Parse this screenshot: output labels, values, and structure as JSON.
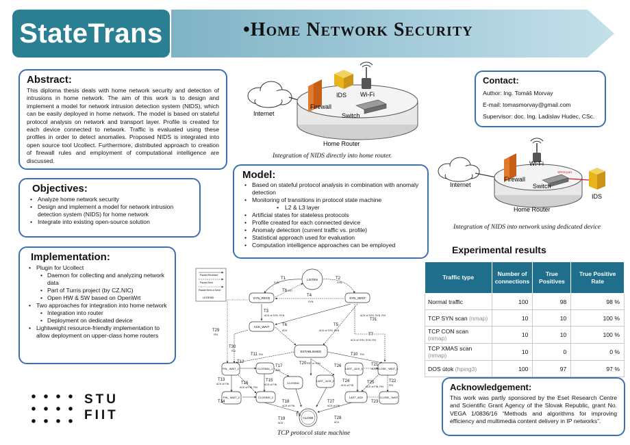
{
  "header": {
    "brand": "StateTrans",
    "title": "•Home Network Security"
  },
  "abstract": {
    "heading": "Abstract:",
    "text": "This diploma thesis deals with home network security and detection of intrusions in home network. The aim of this work is to design and implement a model for network intrusion detection system (NIDS), which can be easily deployed in home network. The model is based on stateful protocol analysis on network and transport layer. Profile is created for each device connected to network. Traffic is evaluated using these profiles in order to detect anomalies. Proposed NIDS is integrated into open source tool Ucollect. Furthermore, distributed approach to creation of firewall rules and employment of computational intelligence are discussed."
  },
  "objectives": {
    "heading": "Objectives:",
    "items": [
      "Analyze home network security",
      "Design and implement a model for network intrusion detection system (NIDS) for home network",
      "Integrate into existing open-source solution"
    ]
  },
  "implementation": {
    "heading": "Implementation:",
    "items": [
      {
        "level": 1,
        "text": "Plugin for Ucollect"
      },
      {
        "level": 2,
        "text": "Daemon for collecting and analyzing network data"
      },
      {
        "level": 2,
        "text": "Part of Turris project (by CZ.NIC)"
      },
      {
        "level": 2,
        "text": "Open HW & SW based on OpenWrt"
      },
      {
        "level": 1,
        "text": "Two approaches for integration into home network"
      },
      {
        "level": 2,
        "text": "Integration into router"
      },
      {
        "level": 2,
        "text": "Deployment on dedicated device"
      },
      {
        "level": 1,
        "text": "Lightweight resource-friendly implementation to allow deployment on  upper-class home routers"
      }
    ]
  },
  "model": {
    "heading": "Model:",
    "items": [
      {
        "level": 1,
        "text": "Based on stateful protocol analysis  in combination with anomaly detection"
      },
      {
        "level": 1,
        "text": "Monitoring of transitions in protocol state machine"
      },
      {
        "level": 3,
        "text": "L2 & L3 layer"
      },
      {
        "level": 1,
        "text": "Artificial states for stateless protocols"
      },
      {
        "level": 1,
        "text": "Profile created for each connected device"
      },
      {
        "level": 1,
        "text": "Anomaly detection (current traffic vs. profile)"
      },
      {
        "level": 1,
        "text": "Statistical approach used for evaluation"
      },
      {
        "level": 1,
        "text": "Computation intelligence approaches can be employed"
      }
    ]
  },
  "contact": {
    "heading": "Contact:",
    "author": "Author: Ing. Tomáš Morvay",
    "email": "E-mail: tomasmorvay@gmail.com",
    "supervisor": "Supervisor: doc. Ing. Ladislav Hudec, CSc."
  },
  "diagram1": {
    "internet": "Internet",
    "ids": "IDS",
    "wifi": "Wi-Fi",
    "firewall": "Firewall",
    "switch": "Switch",
    "router": "Home Router",
    "caption": "Integration of NIDS directly into home router."
  },
  "diagram2": {
    "internet": "Internet",
    "wifi": "Wi-Fi",
    "firewall": "Firewall",
    "switch": "Switch",
    "span": "SPAN port",
    "router": "Home Router",
    "ids": "IDS",
    "caption": "Integration of NIDS into network using dedicated device"
  },
  "fsm": {
    "caption": "TCP protocol state machine",
    "legend": [
      "Packet Received",
      "Packet Sent",
      "Packet Sent or Send",
      "LEGEND"
    ],
    "states": {
      "listen": "LISTEN",
      "syn_recd": "SYN_RECD",
      "syn_sent": "SYN_SENT",
      "ack_wait": "ACK_WAIT",
      "established": "ESTABLISHED",
      "fin_wait_1": "FIN_ WAIT_1",
      "closing_1": "CLOSING_1",
      "closing": "CLOSING",
      "last_ack_2": "LAST_ ACK_2",
      "last_ack_1": "LAST_ ACK_1",
      "close_wait_1": "CLOSE_ WAIT_1",
      "fin_wait_2": "FIN_ WAIT_2",
      "closing_2": "CLOSING_2",
      "last_ack": "LAST_ACK",
      "close_wait": "CLOSE_ WAIT",
      "close": "CLOSE"
    },
    "transitions": [
      "T1",
      "T2",
      "T3",
      "T4",
      "T5",
      "T6",
      "T7",
      "T8",
      "T9",
      "T10",
      "T11",
      "T12",
      "T13",
      "T14",
      "T15",
      "T16",
      "T17",
      "T18",
      "T19",
      "T20",
      "T21",
      "T22",
      "T23",
      "T24",
      "T25",
      "T26",
      "T27",
      "T28",
      "T29",
      "T30",
      "T31"
    ],
    "edge_labels": {
      "syn": "SYN",
      "rst": "RST",
      "ack_of_syn_syn": "ACK of SYN, SYN",
      "ack_of_syn_syn_fin": "ACK of SYN, SYN, FIN",
      "ack": "ACK",
      "fin": "FIN",
      "ack_of_fin": "ACK of FIN",
      "rst_or_syn": "RST or SYN",
      "ack_of_fin_fin": "ACK of FIN, FIN"
    }
  },
  "results": {
    "title": "Experimental  results",
    "columns": [
      "Traffic type",
      "Number of connections",
      "True Positives",
      "True Positive Rate"
    ],
    "rows": [
      {
        "type": "Normal traffic",
        "tool": "",
        "connections": "100",
        "tp": "98",
        "rate": "98 %"
      },
      {
        "type": "TCP SYN scan",
        "tool": "(nmap)",
        "connections": "10",
        "tp": "10",
        "rate": "100 %"
      },
      {
        "type": "TCP CON scan",
        "tool": "(nmap)",
        "connections": "10",
        "tp": "10",
        "rate": "100 %"
      },
      {
        "type": "TCP XMAS scan",
        "tool": "(nmap)",
        "connections": "10",
        "tp": "0",
        "rate": "0 %"
      },
      {
        "type": "DOS útok",
        "tool": "(hping3)",
        "connections": "100",
        "tp": "97",
        "rate": "97 %"
      }
    ]
  },
  "acknowledgement": {
    "heading": "Acknowledgement:",
    "text": "This work was partly sponsored by the Eset Research Centre and Scientific Grant Agency of the Slovak Republic, grant No. VEGA 1/0836/16 “Methods and algorithms for improving efficiency and multimedia content delivery in IP networks”."
  },
  "logo": {
    "line1": "STU",
    "line2": "FIIT"
  },
  "colors": {
    "brand": "#2a7f93",
    "arrow": "#a9cdd9",
    "panel_border": "#3b6fae",
    "table_header": "#1f6e8c",
    "firewall": "#e07a2c",
    "ids": "#e7b41c"
  }
}
